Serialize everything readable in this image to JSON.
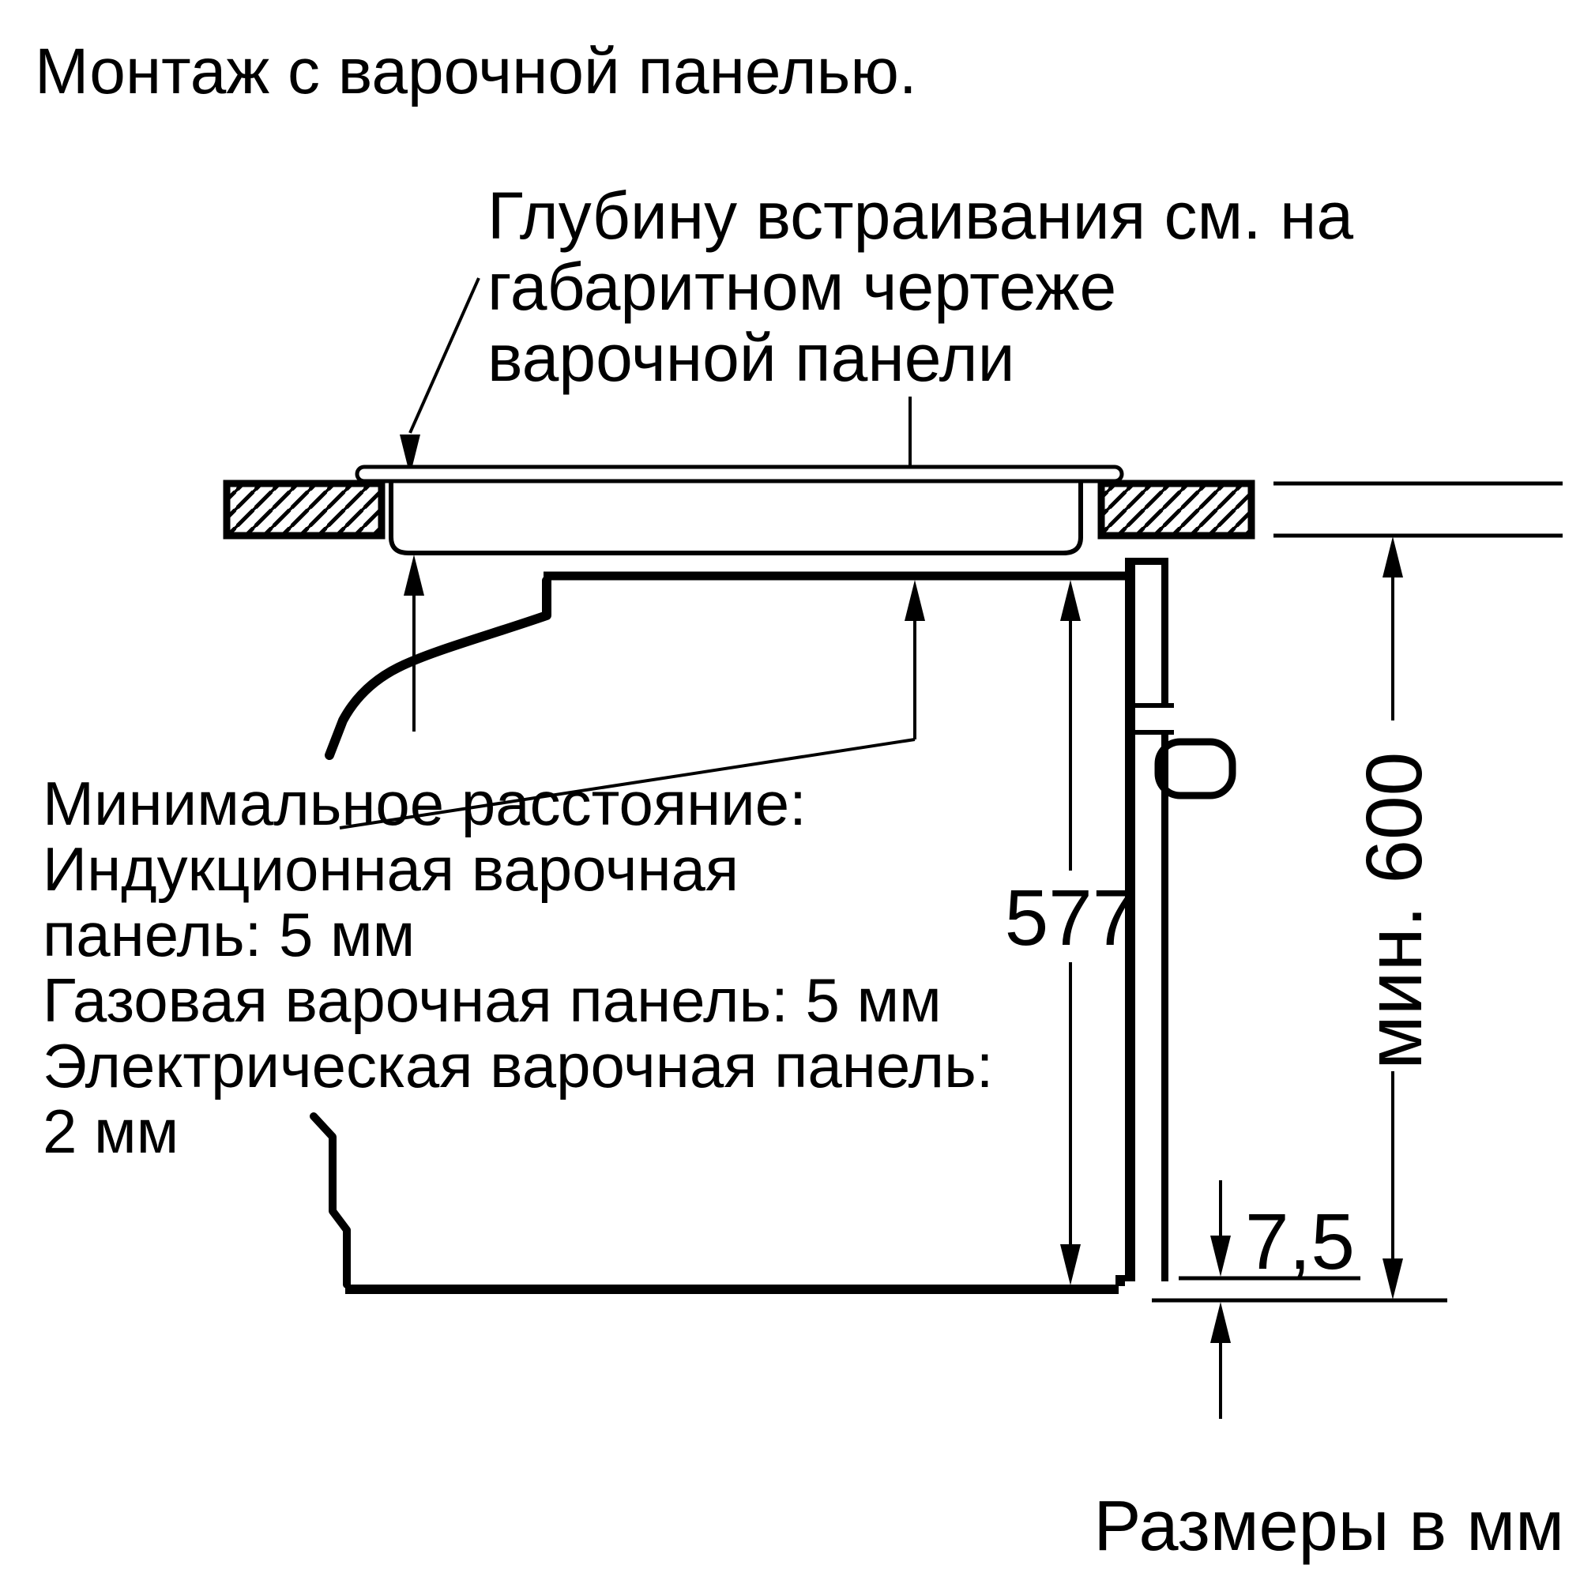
{
  "title": "Монтаж с варочной панелью.",
  "annotation": {
    "line1": "Глубину встраивания см. на",
    "line2": "габаритном чертеже",
    "line3": "варочной панели"
  },
  "notes": {
    "line1": "Минимальное расстояние:",
    "line2": "Индукционная варочная",
    "line3": "панель: 5 мм",
    "line4": "Газовая варочная панель: 5 мм",
    "line5": "Электрическая варочная панель:",
    "line6": "2 мм"
  },
  "dimensions": {
    "oven_height": "577",
    "min_niche_height": "мин. 600",
    "bottom_gap": "7,5"
  },
  "footer": {
    "units_note": "Размеры в мм"
  },
  "colors": {
    "ink": "#000000",
    "paper": "#ffffff"
  }
}
